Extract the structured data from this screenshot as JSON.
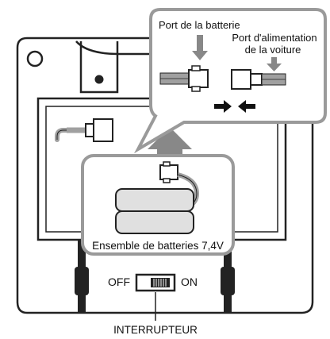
{
  "labels": {
    "battery_port": "Port de la batterie",
    "car_power_port_line1": "Port d'alimentation",
    "car_power_port_line2": "de la voiture",
    "battery_pack": "Ensemble de batteries 7,4V",
    "switch_off": "OFF",
    "switch_on": "ON",
    "switch_name": "INTERRUPTEUR"
  },
  "colors": {
    "outline": "#222222",
    "callout_border": "#9a9a9a",
    "callout_fill": "#ffffff",
    "arrow_gray": "#888888",
    "battery_fill": "#e0e0e0",
    "wire_gray": "#a0a0a0"
  }
}
